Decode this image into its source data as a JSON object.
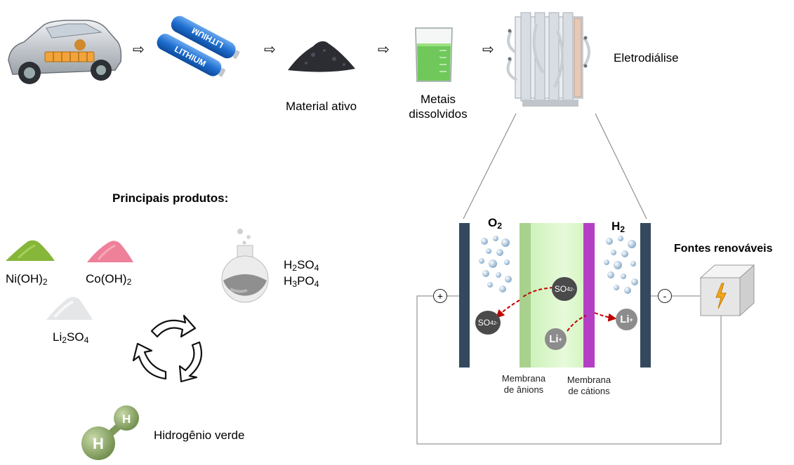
{
  "process": {
    "arrow_glyph": "⇨",
    "material_ativo": "Material ativo",
    "metais_line1": "Metais",
    "metais_line2": "dissolvidos",
    "eletrodialise": "Eletrodiálise"
  },
  "battery": {
    "text": "LITHIUM"
  },
  "products": {
    "title": "Principais produtos:",
    "nioh": {
      "base": "Ni(OH)",
      "sub": "2"
    },
    "cooh": {
      "base": "Co(OH)",
      "sub": "2"
    },
    "li2so4": {
      "a": "Li",
      "sub1": "2",
      "b": "SO",
      "sub2": "4"
    },
    "h2so4": {
      "a": "H",
      "sub1": "2",
      "b": "SO",
      "sub2": "4"
    },
    "h3po4": {
      "a": "H",
      "sub1": "3",
      "b": "PO",
      "sub2": "4"
    },
    "hidrogenio": "Hidrogênio verde",
    "h_atom": "H"
  },
  "cell": {
    "o2": {
      "base": "O",
      "sub": "2"
    },
    "h2": {
      "base": "H",
      "sub": "2"
    },
    "plus": "+",
    "minus": "-",
    "so4": {
      "base": "SO",
      "sub": "4",
      "sup": "2-"
    },
    "li": {
      "base": "Li",
      "sup": "+"
    },
    "anion_membrane_l1": "Membrana",
    "anion_membrane_l2": "de ânions",
    "cation_membrane_l1": "Membrana",
    "cation_membrane_l2": "de cátions",
    "fontes": "Fontes renováveis"
  },
  "colors": {
    "electrode": "#34495e",
    "anion_membrane": "#a9d18e",
    "channel": "#d6f5c2",
    "cation_membrane": "#b43fc4",
    "ion_arrow": "#c00000"
  }
}
